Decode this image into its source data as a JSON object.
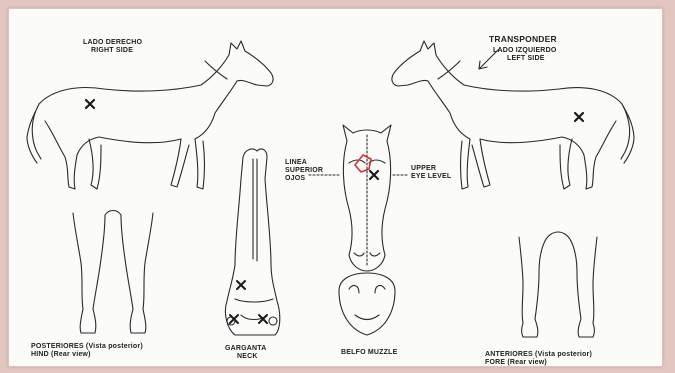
{
  "diagram": {
    "labels": {
      "lado_derecho": "LADO DERECHO",
      "right_side": "RIGHT SIDE",
      "transponder": "TRANSPONDER",
      "lado_izquierdo": "LADO IZQUIERDO",
      "left_side": "LEFT SIDE",
      "linea": "LINEA",
      "superior": "SUPERIOR",
      "ojos": "OJOS",
      "upper": "UPPER",
      "eye_level": "EYE LEVEL",
      "posteriores": "POSTERIORES (Vista posterior)",
      "hind": "HIND (Rear view)",
      "garganta": "GARGANTA",
      "neck": "NECK",
      "belfo_muzzle": "BELFO MUZZLE",
      "anteriores": "ANTERIORES (Vista posterior)",
      "fore": "FORE (Rear view)"
    },
    "marker_symbol": "✕",
    "colors": {
      "line": "#2a2a2a",
      "marker": "#1a1a1a",
      "accent": "#d2333a",
      "background": "#fbfbf9",
      "frame": "#e3c6c0"
    }
  }
}
